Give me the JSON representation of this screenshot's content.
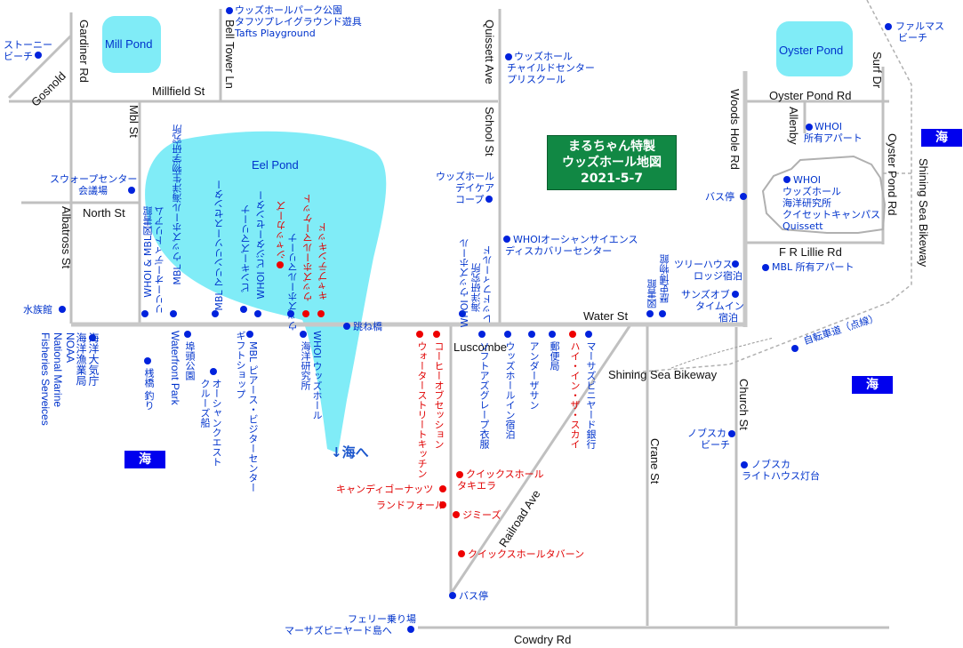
{
  "title": {
    "line1": "まるちゃん特製",
    "line2": "ウッズホール地図",
    "line3": "2021-5-7"
  },
  "ponds": {
    "mill": "Mill Pond",
    "oyster": "Oyster Pond",
    "eel": "Eel Pond"
  },
  "roads": {
    "gosnold": "Gosnold",
    "gardiner": "Gardiner Rd",
    "bell_tower": "Bell Tower Ln",
    "millfield": "Millfield St",
    "quissett": "Quissett Ave",
    "school": "School St",
    "mbl": "Mbl St",
    "north": "North St",
    "albatross": "Albatross St",
    "water": "Water St",
    "luscombe": "Luscombe",
    "railroad": "Railroad Ave",
    "crane": "Crane St",
    "cowdry": "Cowdry Rd",
    "woods_hole": "Woods Hole Rd",
    "oyster_pond_rd": "Oyster Pond Rd",
    "oyster_pond_rd2": "Oyster Pond Rd",
    "surf": "Surf Dr",
    "allenby": "Allenby",
    "fr_lillie": "F R Lillie Rd",
    "church": "Church St",
    "shining_sea": "Shining Sea Bikeway",
    "shining_sea_v": "Shining Sea Bikeway"
  },
  "sea": {
    "left": "海",
    "right": "海",
    "top_right": "海"
  },
  "to_sea": "↓海へ",
  "places": {
    "stoney1": "ストーニー",
    "stoney2": "ビーチ",
    "park1": "ウッズホールパーク公園",
    "park2": "タフツプレイグラウンド遊具",
    "park3": "Tafts Playground",
    "childcare1": "ウッズホール",
    "childcare2": "チャイルドセンター",
    "childcare3": "プリスクール",
    "falmouth1": "ファルマス",
    "falmouth2": "ビーチ",
    "whoi_apt1": "WHOI",
    "whoi_apt2": "所有アパート",
    "swope1": "スウォープセンター",
    "swope2": "会議場",
    "daycare1": "ウッズホール",
    "daycare2": "デイケア",
    "daycare3": "コープ",
    "bus_stop_right": "バス停",
    "quissett1": "WHOI",
    "quissett2": "ウッズホール",
    "quissett3": "海洋研究所",
    "quissett4": "クイセットキャンパス",
    "quissett5": "Quissett",
    "discovery1": "WHOIオーシャンサイエンス",
    "discovery2": "ディスカバリーセンター",
    "mbl_apt": "MBL 所有アパート",
    "treehouse1": "ツリーハウス",
    "treehouse2": "ロッジ宿泊",
    "sands1": "サンズオブ",
    "sands2": "タイムイン",
    "sands3": "宿泊",
    "library": "図書館",
    "history": "歴史博物館",
    "water_st": "Water St",
    "suizokukan": "水族館",
    "noaa1": "海洋大気庁",
    "noaa2": "海洋漁業局",
    "noaa3": "NOAA",
    "noaa4": "National Marine",
    "noaa5": "Fisheries Serveices",
    "pier1": "桟橋 釣り",
    "waterfront1": "埠頭公園",
    "waterfront2": "Waterfront Park",
    "oceanquest1": "オーシャンクエスト",
    "oceanquest2": "クルーズ船",
    "mbl_visitor1": "MBL ピアース・ビジターセンター",
    "mbl_visitor2": "ギフトショップ",
    "whoi_lab1": "WHOI ウッズホール",
    "whoi_lab2": "海洋研究所",
    "jump_bridge": "跳ね橋",
    "library_v1": "WHOI & MBL図書館",
    "library_v2": "リリーオーディトリアム",
    "mbl_inst": "MBL ウッズホール海洋生物学研究所",
    "mbl_marine": "MBL マリンリソースセンター",
    "pink_marina": "ピンキーズマリーナ",
    "whoi_visitor": "WHOI ビジターセンター",
    "marina": "ウッズホールマリーナ",
    "shakers": "シャッカーズ",
    "market": "ウッズホールマーケット",
    "candy_kid": "キャプテンキッド",
    "whoi_redfield1": "WHOI ウッズホール",
    "whoi_redfield2": "海洋研究所",
    "whoi_redfield3": "レッドフィールド",
    "coffee": "コーヒーオブセッション",
    "water_street_kitchen": "ウォーターストリートキッチン",
    "soft_as_grape": "ソフトアズグレープ衣服",
    "inn": "ウッズホールイン宿泊",
    "under": "アンダーザサン",
    "post": "郵便局",
    "high_sail": "ハイ・イン・ザ・スカイ",
    "bank": "マーサズビニヤード銀行",
    "quick_kitchen1": "クイックスホール",
    "quick_kitchen2": "タキエラ",
    "candy_go": "キャンディゴーナッツ",
    "landfall": "ランドフォール",
    "jimmys": "ジミーズ",
    "quick_tavern": "クイックスホールタバーン",
    "bus_stop_bottom": "バス停",
    "ferry1": "フェリー乗り場",
    "ferry2": "マーサズビニヤード島へ",
    "nobska_beach1": "ノブスカ",
    "nobska_beach2": "ビーチ",
    "nobska_light1": "ノブスカ",
    "nobska_light2": "ライトハウス灯台",
    "bike_path": "自転車道（点線）",
    "bikeway_label": "Shining Sea Bikeway"
  },
  "colors": {
    "pond": "#80ecf7",
    "sea_box": "#0000ee",
    "title_box": "#118844",
    "road": "#c0c0c0",
    "dot_blue": "#0022dd",
    "dot_red": "#ee0000",
    "text_blue": "#0033cc"
  }
}
